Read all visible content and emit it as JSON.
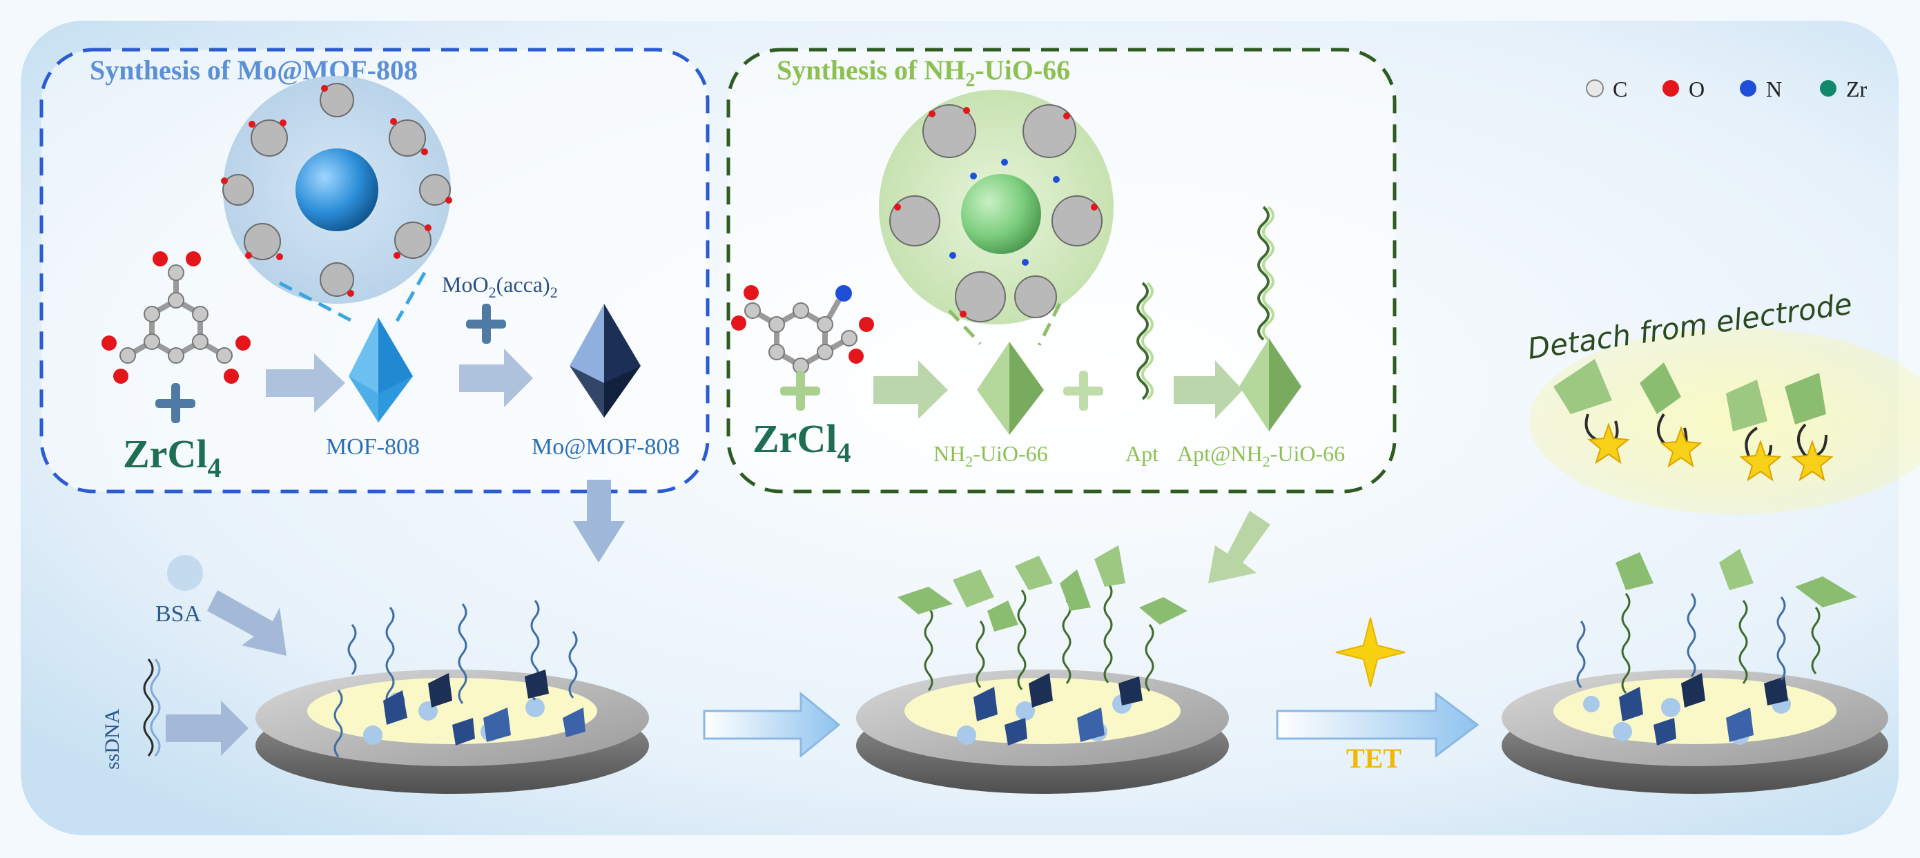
{
  "panels": {
    "mof808": {
      "title": "Synthesis of Mo@MOF-808",
      "reagent": "ZrCl",
      "reagent_sub": "4",
      "step_reagent": "MoO",
      "step_reagent_sub": "2",
      "step_reagent_tail": "(acca)",
      "step_reagent_tail_sub": "2",
      "product1": "MOF-808",
      "product2": "Mo@MOF-808",
      "frame_color": "#2a5bd1",
      "octa_color": "#3aa6e0"
    },
    "uio66": {
      "title_pre": "Synthesis of NH",
      "title_sub": "2",
      "title_post": "-UiO-66",
      "reagent": "ZrCl",
      "reagent_sub": "4",
      "product1_pre": "NH",
      "product1_sub": "2",
      "product1_post": "-UiO-66",
      "apt": "Apt",
      "product2_pre": "Apt@NH",
      "product2_sub": "2",
      "product2_post": "-UiO-66",
      "frame_color": "#2e5b1f",
      "octa_color": "#8cbf6a"
    }
  },
  "legend": [
    {
      "symbol": "C",
      "color": "#e9e9e9"
    },
    {
      "symbol": "O",
      "color": "#e3161b"
    },
    {
      "symbol": "N",
      "color": "#1f4fd8"
    },
    {
      "symbol": "Zr",
      "color": "#10896b"
    }
  ],
  "assembly": {
    "bsa": "BSA",
    "ssdna": "ssDNA",
    "tet": "TET",
    "detach": "Detach from electrode"
  }
}
